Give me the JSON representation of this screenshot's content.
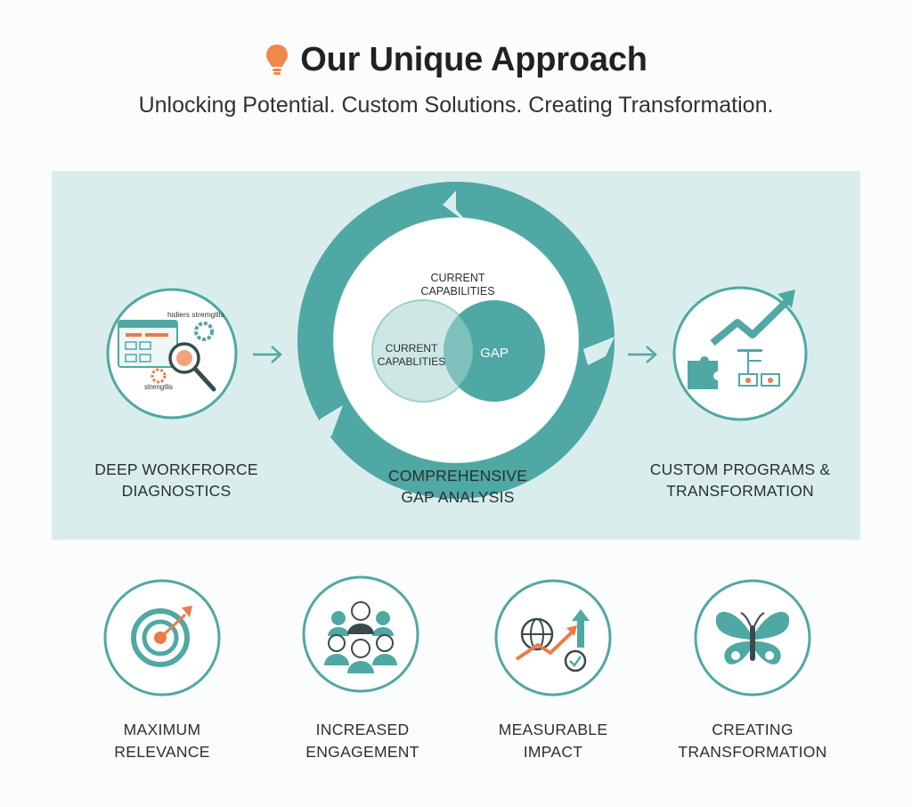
{
  "header": {
    "title": "Our Unique Approach",
    "subtitle": "Unlocking Potential. Custom Solutions. Creating Transformation.",
    "icon": "lightbulb-icon",
    "accent": "#f0884a"
  },
  "colors": {
    "teal": "#4fa8a3",
    "panel": "#d9eeec",
    "orange": "#ee7a45"
  },
  "process": {
    "step1": {
      "label_line1": "DEEP WORKFRORCE",
      "label_line2": "DIAGNOSTICS",
      "icon_text_top": "hidiers stremgtlis",
      "icon_text_bottom": "strengtlis"
    },
    "step2": {
      "label_line1": "COMPREHENSIVE",
      "label_line2": "GAP ANALYSIS",
      "venn_top_line1": "CURRENT",
      "venn_top_line2": "CAPABILITIES",
      "venn_left_line1": "CURRENT",
      "venn_left_line2": "CAPABLITIES",
      "venn_right": "GAP"
    },
    "step3": {
      "label_line1": "CUSTOM PROGRAMS &",
      "label_line2": "TRANSFORMATION"
    }
  },
  "pillars": [
    {
      "line1": "MAXIMUM",
      "line2": "RELEVANCE",
      "icon": "target-icon"
    },
    {
      "line1": "INCREASED",
      "line2": "ENGAGEMENT",
      "icon": "team-icon"
    },
    {
      "line1": "MEASURABLE",
      "line2": "IMPACT",
      "icon": "growth-globe-icon"
    },
    {
      "line1": "CREATING",
      "line2": "TRANSFORMATION",
      "icon": "butterfly-icon"
    }
  ]
}
